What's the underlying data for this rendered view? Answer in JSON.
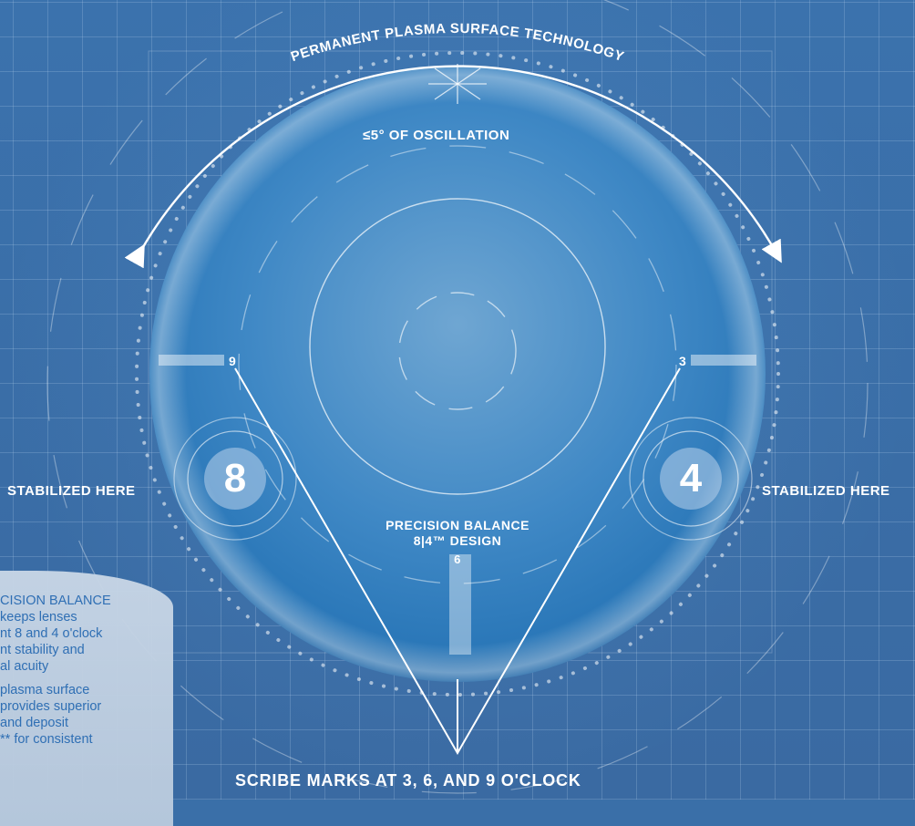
{
  "diagram": {
    "arc_title": "PERMANENT PLASMA SURFACE TECHNOLOGY",
    "oscillation_label": "≤5° OF OSCILLATION",
    "stabilized_left": "STABILIZED HERE",
    "stabilized_right": "STABILIZED HERE",
    "clock_9": "9",
    "clock_3": "3",
    "clock_6": "6",
    "big_8": "8",
    "big_4": "4",
    "precision_line1": "PRECISION BALANCE",
    "precision_line2": "8|4™ DESIGN",
    "scribe_label": "SCRIBE MARKS AT 3, 6, AND 9 O'CLOCK"
  },
  "side_panel": {
    "paragraph1_lines": [
      "CISION BALANCE",
      "keeps lenses",
      "nt 8 and 4 o'clock",
      "nt stability and",
      "al acuity"
    ],
    "paragraph2_lines": [
      "plasma surface",
      "provides superior",
      "and deposit",
      "** for consistent"
    ]
  },
  "colors": {
    "background": "#3a6fa8",
    "lens": "#2f7fbf",
    "line": "#ffffff",
    "panel": "#c3d3e4",
    "panel_text": "#2f6fb4"
  }
}
